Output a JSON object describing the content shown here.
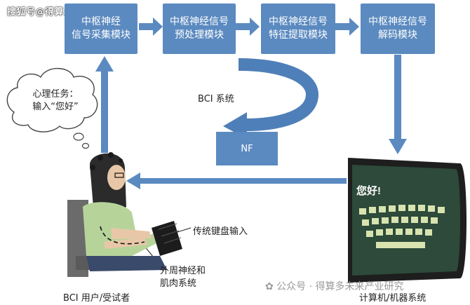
{
  "watermark_top": "搜狐号@得算多战略新兴产业",
  "watermark_bottom": "公众号 · 得算多未来产业研究",
  "modules": [
    {
      "line1": "中枢神经",
      "line2": "信号采集模块"
    },
    {
      "line1": "中枢神经信号",
      "line2": "预处理模块"
    },
    {
      "line1": "中枢神经信号",
      "line2": "特征提取模块"
    },
    {
      "line1": "中枢神经信号",
      "line2": "解码模块"
    }
  ],
  "bci_system_label": "BCI 系统",
  "nf_label": "NF",
  "thought": {
    "line1": "心理任务：",
    "line2": "输入“您好”"
  },
  "keyboard_label": "传统键盘输入",
  "peripheral": {
    "line1": "外周神经和",
    "line2": "肌肉系统"
  },
  "user_label": "BCI 用户/受试者",
  "computer_label": "计算机/机器系统",
  "screen_text": "您好!",
  "colors": {
    "module": "#5b8ac0",
    "arrow": "#5b8ac0"
  }
}
